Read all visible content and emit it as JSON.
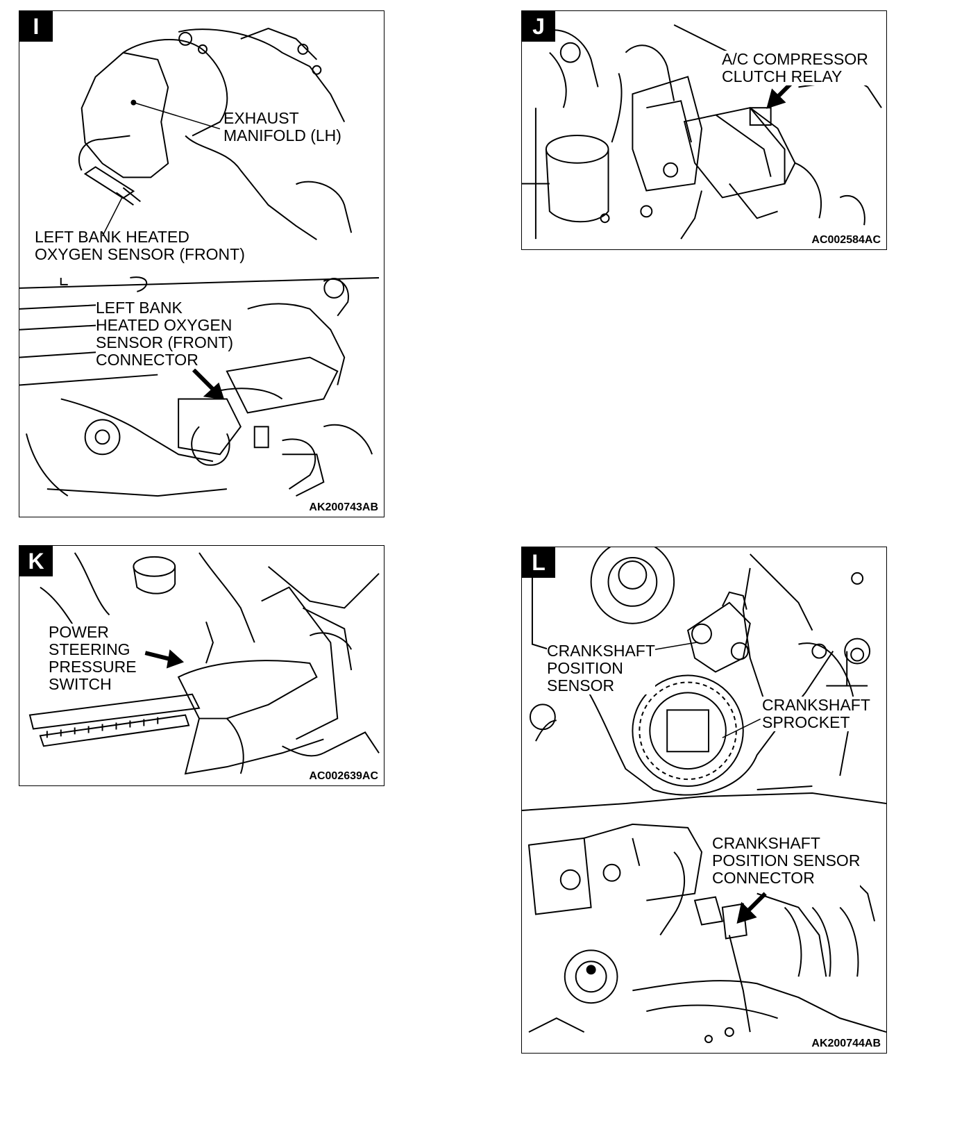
{
  "panels": {
    "I": {
      "badge": "I",
      "labels": {
        "exhaust_manifold": "EXHAUST\nMANIFOLD (LH)",
        "o2_sensor": "LEFT BANK HEATED\nOXYGEN SENSOR (FRONT)",
        "o2_connector": "LEFT BANK\nHEATED OXYGEN\nSENSOR (FRONT)\nCONNECTOR"
      },
      "code": "AK200743AB"
    },
    "J": {
      "badge": "J",
      "labels": {
        "ac_relay": "A/C COMPRESSOR\nCLUTCH RELAY"
      },
      "code": "AC002584AC"
    },
    "K": {
      "badge": "K",
      "labels": {
        "ps_switch": "POWER\nSTEERING\nPRESSURE\nSWITCH"
      },
      "code": "AC002639AC"
    },
    "L": {
      "badge": "L",
      "labels": {
        "ckp_sensor": "CRANKSHAFT\nPOSITION\nSENSOR",
        "ckp_sprocket": "CRANKSHAFT\nSPROCKET",
        "ckp_connector": "CRANKSHAFT\nPOSITION SENSOR\nCONNECTOR"
      },
      "code": "AK200744AB"
    }
  }
}
